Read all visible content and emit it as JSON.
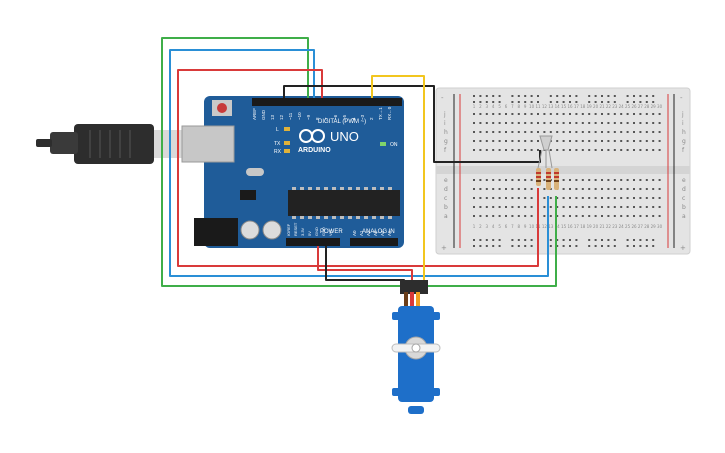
{
  "arduino": {
    "brand": "ARDUINO",
    "model": "UNO",
    "digital_label": "DIGITAL (PWM ~)",
    "power_label": "POWER",
    "analog_label": "ANALOG IN",
    "on_label": "ON",
    "l_label": "L",
    "tx_label": "TX",
    "rx_label": "RX",
    "digital_pins": [
      "AREF",
      "GND",
      "13",
      "12",
      "~11",
      "~10",
      "~9",
      "8",
      "7",
      "~6",
      "~5",
      "4",
      "~3",
      "2",
      "TX→1",
      "RX←0"
    ],
    "power_pins": [
      "IOREF",
      "RESET",
      "3.3V",
      "5V",
      "GND",
      "GND",
      "Vin"
    ],
    "analog_pins": [
      "A0",
      "A1",
      "A2",
      "A3",
      "A4",
      "A5"
    ]
  },
  "breadboard": {
    "rows_top": [
      "j",
      "i",
      "h",
      "g",
      "f"
    ],
    "rows_bottom": [
      "e",
      "d",
      "c",
      "b",
      "a"
    ],
    "columns": [
      "1",
      "2",
      "3",
      "4",
      "5",
      "6",
      "7",
      "8",
      "9",
      "10",
      "11",
      "12",
      "13",
      "14",
      "15",
      "16",
      "17",
      "18",
      "19",
      "20",
      "21",
      "22",
      "23",
      "24",
      "25",
      "26",
      "27",
      "28",
      "29",
      "30"
    ],
    "rail_plus": "+",
    "rail_minus": "-"
  },
  "colors": {
    "board": "#1f5c99",
    "breadboard": "#e4e4e4",
    "wire_green": "#3fae49",
    "wire_blue": "#2a8fd6",
    "wire_red": "#d93a3a",
    "wire_black": "#222222",
    "wire_yellow": "#f2c61f",
    "servo_body": "#1e6fc9",
    "usb": "#2d2d2d"
  }
}
